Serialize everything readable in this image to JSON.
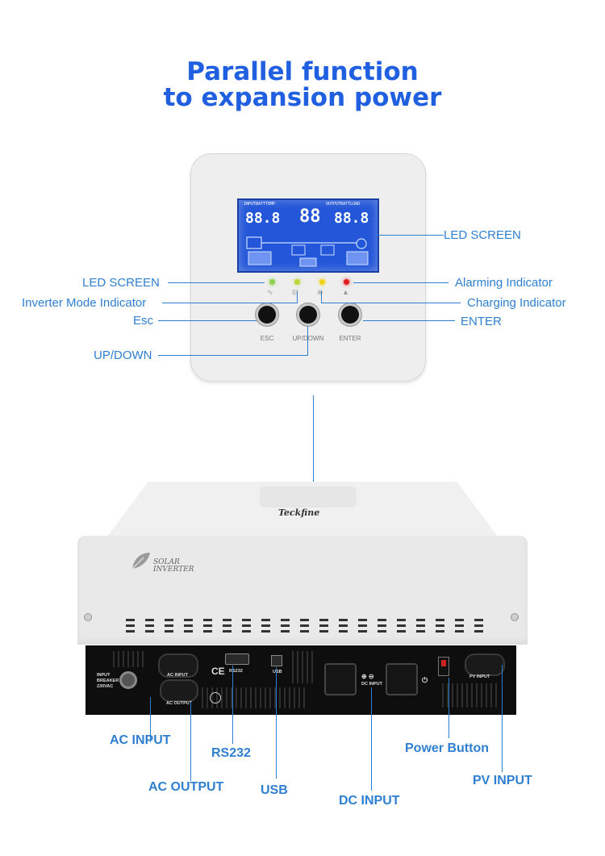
{
  "title": {
    "line1": "Parallel function",
    "line2": "to expansion power"
  },
  "panel": {
    "lcd_digits": [
      "88.8",
      "88",
      "88.8"
    ],
    "lcd_top_left": "INPUTBATTTEMP",
    "lcd_top_right": "OUTPUTBATTLOAD",
    "buttons": [
      {
        "label": "ESC"
      },
      {
        "label": "UP/DOWN"
      },
      {
        "label": "ENTER"
      }
    ],
    "led_colors": [
      "#8fd14f",
      "#b7d63a",
      "#f2d21b",
      "#e02020"
    ]
  },
  "callouts": {
    "led_screen_right": "LED SCREEN",
    "led_screen_left": "LED SCREEN",
    "alarming": "Alarming Indicator",
    "inverter_mode": "Inverter Mode Indicator",
    "charging": "Charging Indicator",
    "esc": "Esc",
    "enter": "ENTER",
    "updown": "UP/DOWN"
  },
  "device": {
    "brand": "Teckfine",
    "logo_line1": "SOLAR",
    "logo_line2": "INVERTER",
    "ports": {
      "input_breaker": "INPUT BREAKER 230VAC",
      "ac_input": "AC INPUT",
      "ac_output": "AC OUTPUT",
      "rs232": "RS232",
      "usb": "USB",
      "dc_input": "DC INPUT",
      "pv_input": "PV INPUT",
      "ce": "CE"
    }
  },
  "bottom_labels": {
    "ac_input": "AC INPUT",
    "ac_output": "AC OUTPUT",
    "rs232": "RS232",
    "usb": "USB",
    "dc_input": "DC INPUT",
    "power_button": "Power Button",
    "pv_input": "PV INPUT"
  }
}
